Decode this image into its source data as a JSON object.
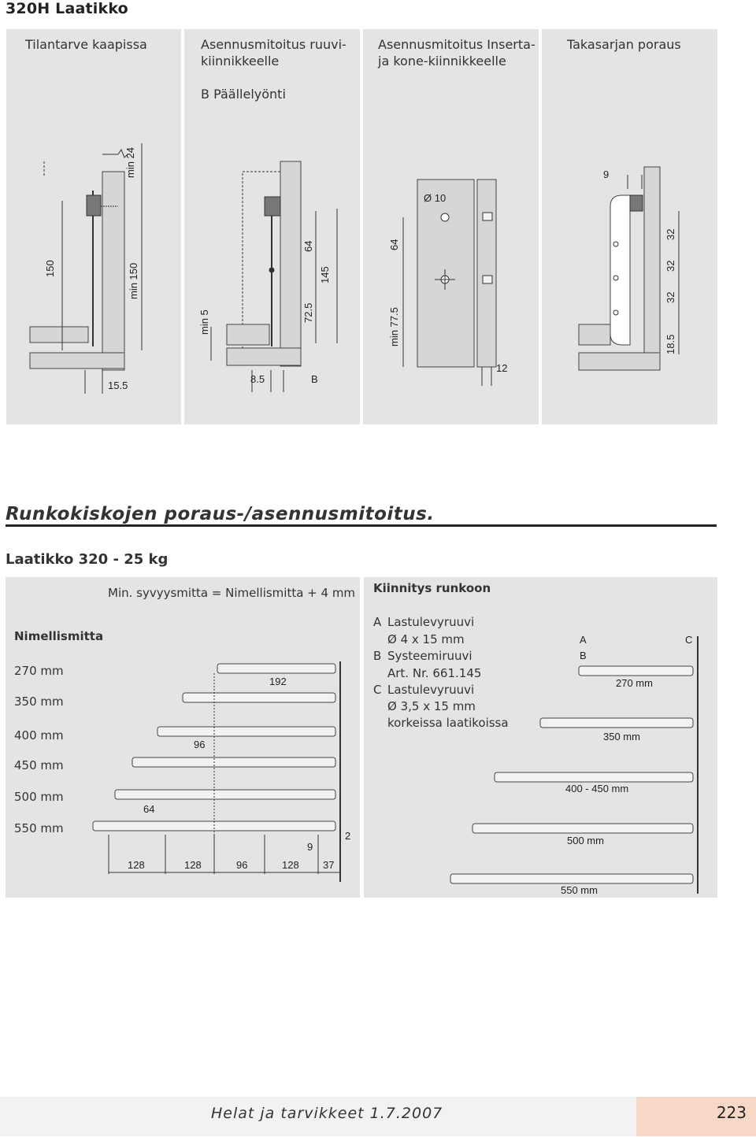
{
  "page": {
    "title": "320H Laatikko",
    "page_number": "223",
    "footer": "Helat ja tarvikkeet 1.7.2007"
  },
  "top": {
    "headers": [
      "Tilantarve kaapissa",
      "Asennusmitoitus ruuvi-",
      "kiinnikkeelle",
      "Asennusmitoitus Inserta-",
      "ja kone-kiinnikkeelle",
      "Takasarjan poraus"
    ],
    "legend": "B  Päällelyönti",
    "dims": {
      "d1": [
        "min 24",
        "150",
        "min 150",
        "15.5"
      ],
      "d2": [
        "min 5",
        "8.5",
        "72.5",
        "64",
        "145",
        "B"
      ],
      "d3": [
        "Ø 10",
        "64",
        "min 77.5",
        "12"
      ],
      "d4": [
        "9",
        "32",
        "32",
        "32",
        "18.5"
      ]
    }
  },
  "section": {
    "title": "Runkokiskojen poraus-/asennusmitoitus.",
    "subtitle": "Laatikko 320 - 25 kg"
  },
  "left_panel": {
    "formula": "Min. syvyysmitta  =  Nimellismitta + 4 mm",
    "heading": "Nimellismitta",
    "lengths": [
      "270 mm",
      "350 mm",
      "400 mm",
      "450 mm",
      "500 mm",
      "550 mm"
    ],
    "dims": [
      "192",
      "96",
      "64",
      "9",
      "2",
      "128",
      "128",
      "96",
      "128",
      "37"
    ]
  },
  "right_panel": {
    "heading": "Kiinnitys runkoon",
    "items": [
      {
        "key": "A",
        "l1": "Lastulevyruuvi",
        "l2": "Ø 4 x 15 mm"
      },
      {
        "key": "B",
        "l1": "Systeemiruuvi",
        "l2": "Art. Nr. 661.145"
      },
      {
        "key": "C",
        "l1": "Lastulevyruuvi",
        "l2": "Ø 3,5 x 15 mm",
        "l3": "korkeissa laatikoissa"
      }
    ],
    "rails": [
      "270 mm",
      "350 mm",
      "400 - 450 mm",
      "500 mm",
      "550 mm"
    ],
    "letters": [
      "A",
      "B",
      "C"
    ]
  },
  "colors": {
    "panel": "#e4e4e4",
    "accent": "#f7d8c6"
  }
}
